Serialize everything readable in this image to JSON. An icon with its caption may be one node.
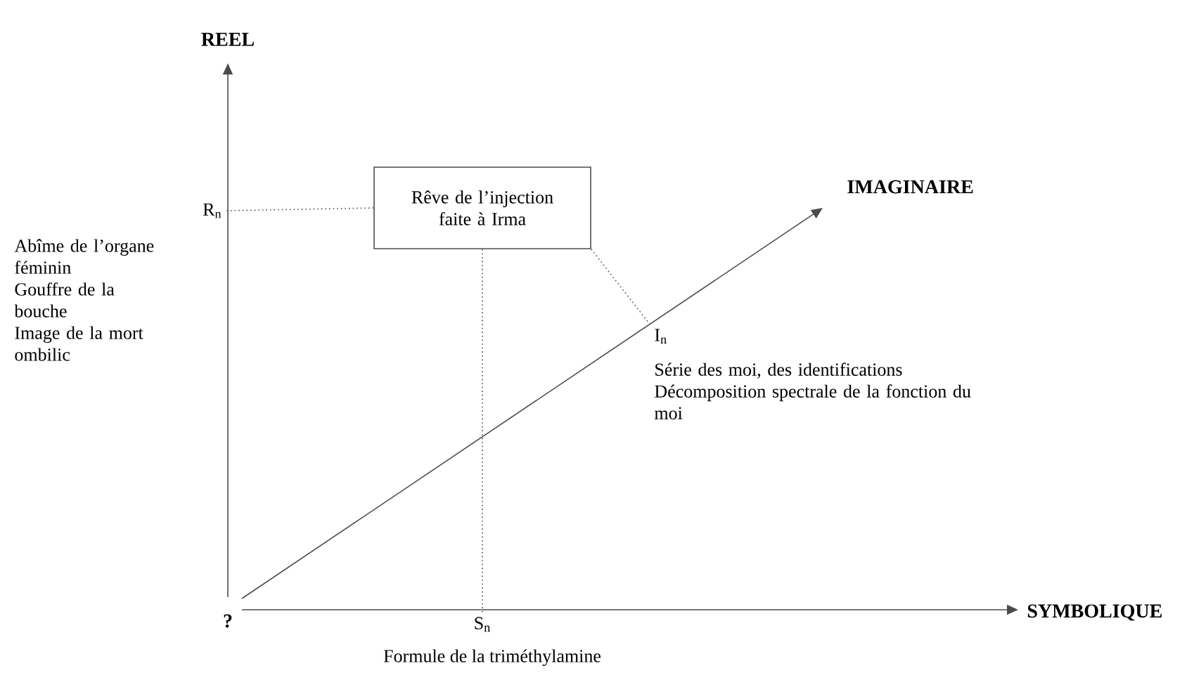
{
  "diagram": {
    "nodes": [
      {
        "text": [
          "Rêve de l’injection faite à Irma"
        ]
      },
      {
        "text": [
          "R$_{n}$"
        ],
        "beside": [
          "Abîme de l’organe féminin",
          "Gouffre de la bouche",
          "Image de la mort",
          "ombilic"
        ]
      },
      {
        "text": [
          "S$_{n}$"
        ],
        "beside": [
          "Formule de la triméthylamine"
        ]
      },
      {
        "text": [
          "I$_{n}$"
        ],
        "beside": [
          "Série des moi, des identifications",
          "Décomposition spectrale de la fonction du moi"
        ]
      }
    ],
    "edges": [
      {
        "from": 0,
        "to": 1,
        "arrow": "none",
        "style": "dashed"
      },
      {
        "from": 0,
        "to": 2,
        "arrow": "none",
        "style": "dashed"
      },
      {
        "from": 0,
        "to": 3,
        "arrow": "none",
        "style": "dashed"
      }
    ],
    "labels": [
      "REEL",
      "IMAGINAIRE",
      "?",
      "SYMBOLIQUE"
    ]
  }
}
